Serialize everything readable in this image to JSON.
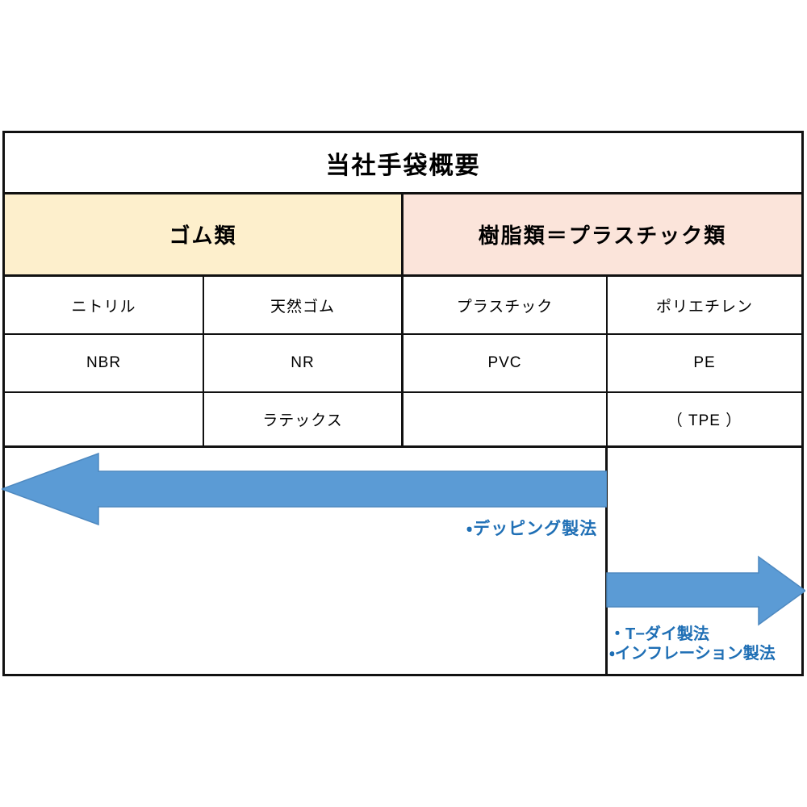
{
  "title": "当社手袋概要",
  "categories": [
    {
      "label": "ゴム類",
      "color": "#FDEFCC"
    },
    {
      "label": "樹脂類＝プラスチック類",
      "color": "#FBE4DA"
    }
  ],
  "table": {
    "columns": [
      "ニトリル",
      "天然ゴム",
      "プラスチック",
      "ポリエチレン"
    ],
    "rows": [
      [
        "ニトリル",
        "天然ゴム",
        "プラスチック",
        "ポリエチレン"
      ],
      [
        "NBR",
        "NR",
        "PVC",
        "PE"
      ],
      [
        "",
        "ラテックス",
        "",
        "（ TPE ）"
      ]
    ]
  },
  "process_notes": {
    "dipping": "・デッピング製法",
    "tdie": "・T−ダイ製法",
    "inflation": "・インフレーション製法"
  },
  "arrows": {
    "left_arrow_name": "left-pointing-arrow",
    "right_arrow_name": "right-pointing-arrow",
    "fill": "#5B9BD5",
    "stroke": "#3F7FBF"
  },
  "colors": {
    "border": "#111111",
    "note_blue": "#1F6FB5",
    "background": "#FFFFFF"
  }
}
